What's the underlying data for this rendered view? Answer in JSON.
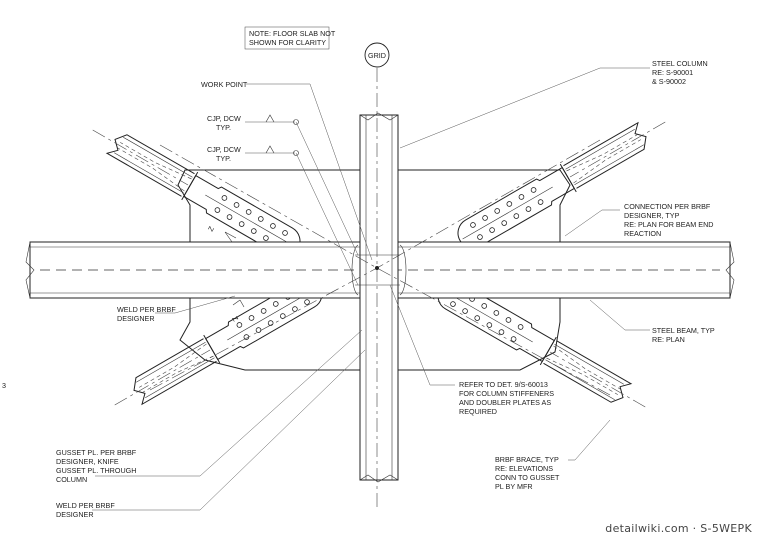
{
  "note": [
    "NOTE: FLOOR SLAB NOT",
    "SHOWN FOR CLARITY"
  ],
  "grid_label": "GRID",
  "labels": {
    "work_point": "WORK POINT",
    "cjp_1": [
      "CJP, DCW",
      "TYP."
    ],
    "cjp_2": [
      "CJP, DCW",
      "TYP."
    ],
    "steel_column": [
      "STEEL COLUMN",
      "RE: S-90001",
      "& S-90002"
    ],
    "connection": [
      "CONNECTION PER BRBF",
      "DESIGNER, TYP",
      "RE: PLAN FOR BEAM END",
      "REACTION"
    ],
    "weld_1": [
      "WELD PER BRBF",
      "DESIGNER"
    ],
    "steel_beam": [
      "STEEL BEAM, TYP",
      "RE: PLAN"
    ],
    "refer": [
      "REFER TO DET. 9/S-60013",
      "FOR COLUMN STIFFENERS",
      "AND DOUBLER PLATES AS",
      "REQUIRED"
    ],
    "gusset": [
      "GUSSET PL. PER BRBF",
      "DESIGNER, KNIFE",
      "GUSSET PL. THROUGH",
      "COLUMN"
    ],
    "weld_2": [
      "WELD PER BRBF",
      "DESIGNER"
    ],
    "brbf": [
      "BRBF BRACE, TYP",
      "RE: ELEVATIONS",
      "CONN TO GUSSET",
      "PL BY MFR"
    ]
  },
  "watermark": "detailwiki.com · S-5WEPK",
  "side_mark": "3"
}
